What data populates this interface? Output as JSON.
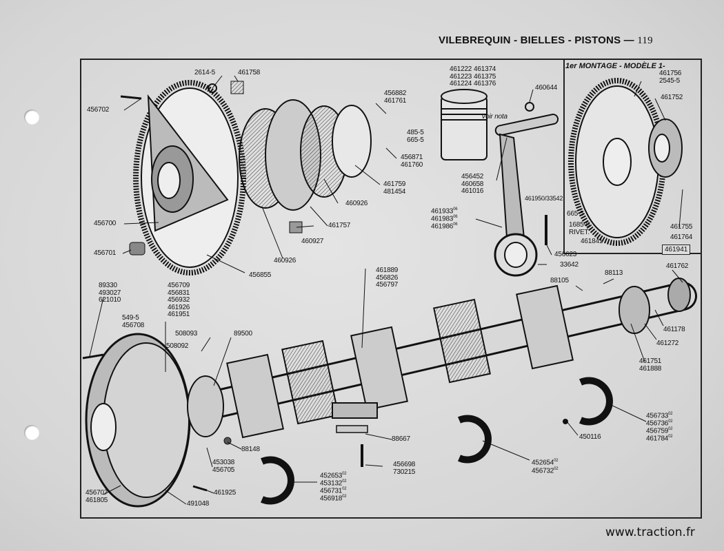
{
  "header": {
    "title": "VILEBREQUIN - BIELLES - PISTONS",
    "dash": "—",
    "page_number": "119"
  },
  "inset": {
    "title": "1er MONTAGE - MODÈLE 1-",
    "code": "461941"
  },
  "footer": {
    "url": "www.traction.fr"
  },
  "labels": {
    "l_2614s": "2614-5",
    "l_461758": "461758",
    "l_456702": "456702",
    "l_456882": "456882\n461761",
    "l_485s": "485-5\n665-5",
    "l_456871": "456871\n461760",
    "l_461759": "461759\n481454",
    "l_460926a": "460926",
    "l_461757": "461757",
    "l_460927": "460927",
    "l_456700": "456700",
    "l_456701": "456701",
    "l_460926b": "460926",
    "l_456855": "456855",
    "l_461222": "461222\n461223\n461224",
    "l_461374": "461374\n461375\n461376",
    "l_460644": "460644",
    "l_voirnota": "Voir nota",
    "l_456452": "456452\n460658\n461016",
    "l_461933": "461933",
    "l_461983": "461983",
    "l_461986": "461986",
    "l_461950": "461950/33542",
    "l_456623": "456623",
    "l_33642": "33642",
    "l_461756": "461756\n2545-5",
    "l_461752": "461752",
    "l_665s": "665-5",
    "l_1685s": "1685-5\nRIVET.",
    "l_461841": "461841",
    "l_461755": "461755",
    "l_461764": "461764",
    "l_461889": "461889\n456826\n456797",
    "l_88105": "88105",
    "l_88113": "88113",
    "l_461762": "461762",
    "l_461178": "461178",
    "l_461272": "461272",
    "l_461751": "461751\n461888",
    "l_89330": "89330\n493027\n621010",
    "l_456709": "456709\n456831\n456932\n461926\n461951",
    "l_549s": "549-5\n456708",
    "l_508093": "508093",
    "l_508092": "508092",
    "l_89500": "89500",
    "l_456733": "456733",
    "l_456736": "456736",
    "l_456759": "456759",
    "l_461784": "461784",
    "l_450116": "450116",
    "l_88667": "88667",
    "l_456698": "456698\n730215",
    "l_452654": "452654",
    "l_456732": "456732",
    "l_88148": "88148",
    "l_453038": "453038\n456705",
    "l_452653": "452653",
    "l_453132": "453132",
    "l_456731": "456731",
    "l_456918": "456918",
    "l_456707": "456707\n461805",
    "l_461925": "461925",
    "l_491048": "491048",
    "suffix_06": "06",
    "suffix_02": "02"
  }
}
